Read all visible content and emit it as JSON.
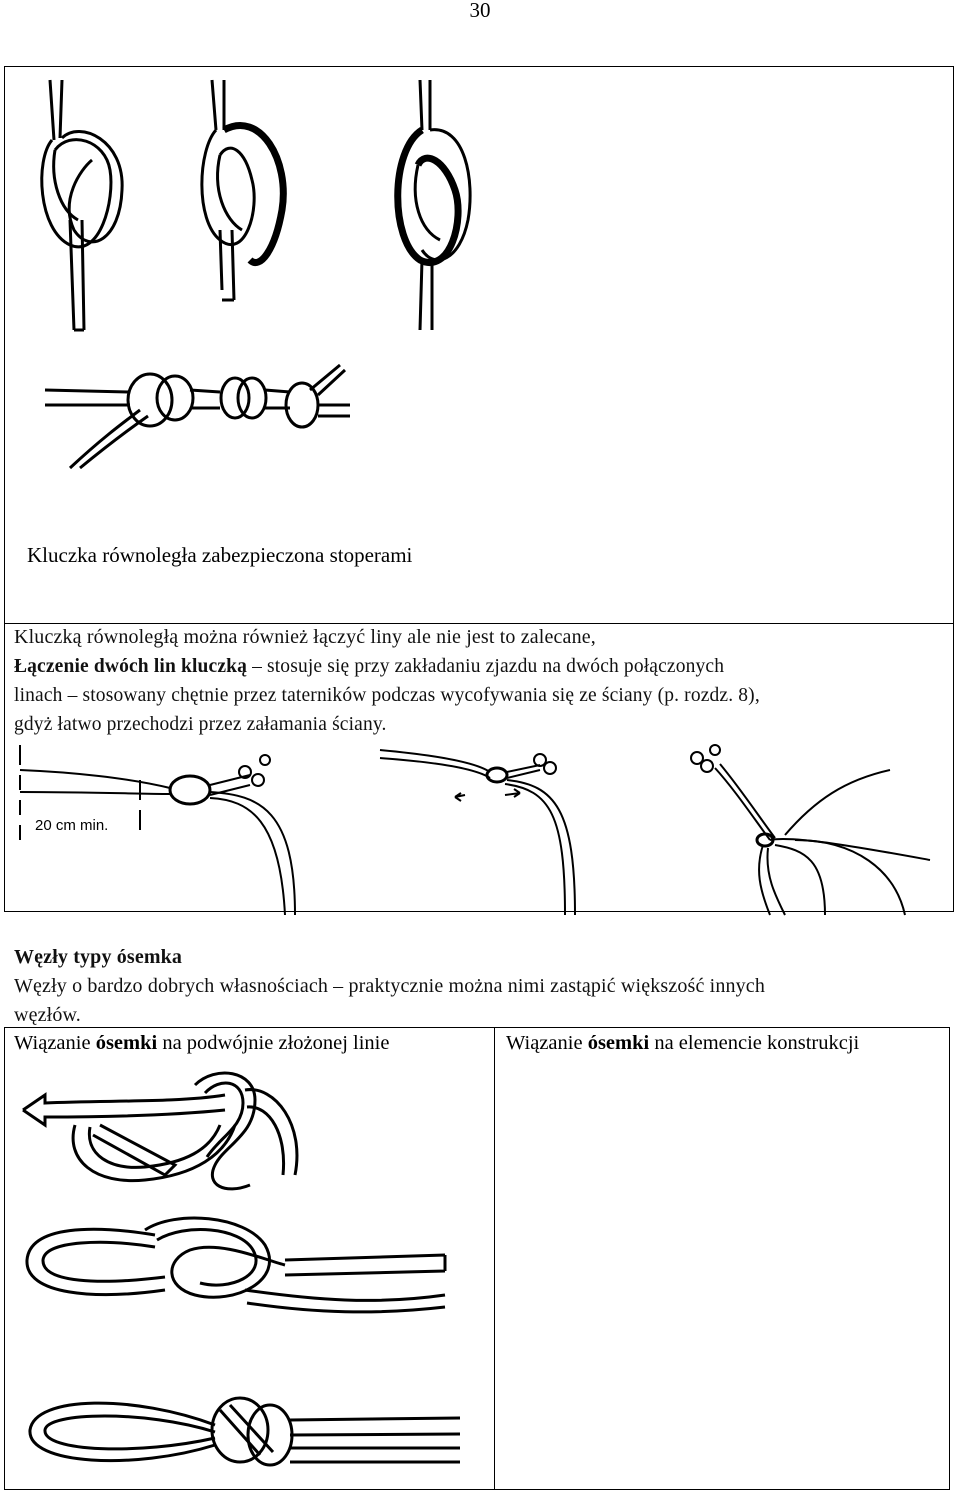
{
  "page_number": "30",
  "figure_caption": "Kluczka równoległa zabezpieczona stoperami",
  "intro_line": "Kluczką równoległą można również łączyć liny ale nie jest to zalecane,",
  "paragraph": {
    "bold_term": "Łączenie dwóch lin kluczką",
    "line1_rest": " – stosuje się przy zakładaniu zjazdu na dwóch połączonych",
    "line2": "linach – stosowany chętnie przez taterników podczas wycofywania się ze ściany (p. rozdz. 8),",
    "line3": "gdyż łatwo przechodzi przez załamania ściany."
  },
  "measure_label": "20 cm min.",
  "section": {
    "heading": "Węzły typy ósemka",
    "text_line1": "Węzły o bardzo dobrych własnościach – praktycznie można nimi zastąpić większość innych",
    "text_line2": "węzłów."
  },
  "table": {
    "left_header": {
      "before": "Wiązanie ",
      "bold": "ósemki",
      "after": " na podwójnie złożonej linie"
    },
    "right_header": {
      "before": "Wiązanie ",
      "bold": "ósemki",
      "after": " na elemencie konstrukcji"
    }
  }
}
